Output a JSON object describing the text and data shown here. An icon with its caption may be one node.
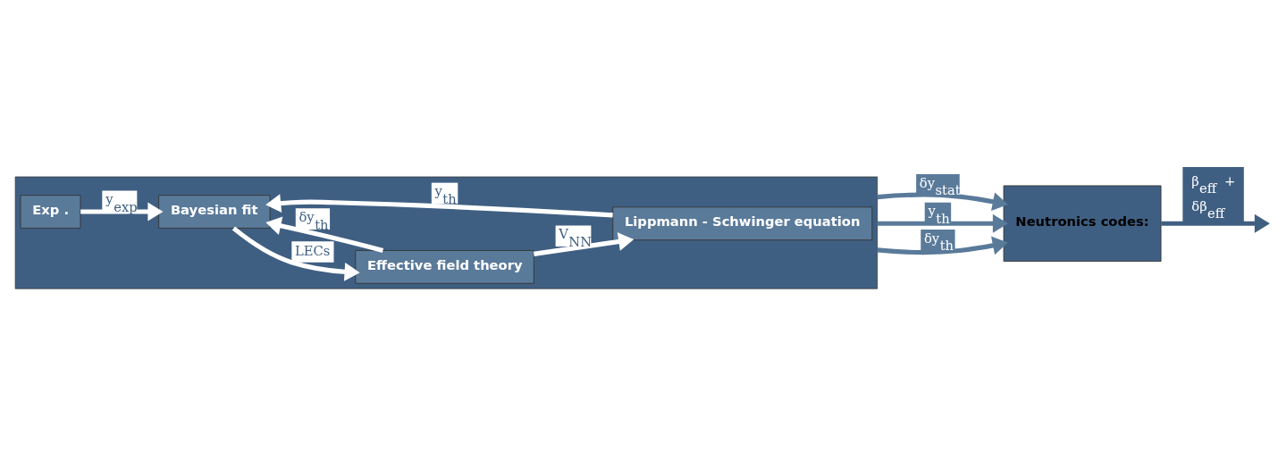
{
  "diagram": {
    "nodes": [
      {
        "text": [],
        "shape": "box"
      },
      {
        "text": [
          "Bayesian fit"
        ],
        "in": 0
      },
      {
        "text": [
          "Exp ."
        ],
        "in": 0
      },
      {
        "text": [
          "Effective field theory"
        ],
        "in": 0
      },
      {
        "text": [
          "Lippmann - Schwinger equation"
        ],
        "in": 0
      },
      {
        "text": [
          "Neutronics codes:"
        ]
      }
    ],
    "edges": [
      {
        "from": 2,
        "to": 1,
        "arrow": "to",
        "label": "y$_{exp}$"
      },
      {
        "from": 1,
        "to": 3,
        "arrow": "to",
        "label": "LECs"
      },
      {
        "from": 3,
        "to": 1,
        "arrow": "to",
        "label": "δy$_{th}$"
      },
      {
        "from": 4,
        "to": 1,
        "arrow": "to",
        "label": "y$_{th}$"
      },
      {
        "from": 3,
        "to": 4,
        "arrow": "to",
        "label": "V$_{NN}$"
      },
      {
        "from": 0,
        "to": 5,
        "arrow": "to",
        "label": "δy$_{stat}$",
        "color": "#5a7a9a"
      },
      {
        "from": 0,
        "to": 5,
        "arrow": "to",
        "label": "y$_{th}$",
        "color": "#5a7a9a"
      },
      {
        "from": 0,
        "to": 5,
        "arrow": "to",
        "label": "δy$_{th}$",
        "color": "#5a7a9a"
      },
      {
        "from": 5,
        "to": null,
        "arrow": "to",
        "label": "β$_{eff}$ + δβ$_{eff}$",
        "color": "#3f5f82"
      }
    ]
  }
}
